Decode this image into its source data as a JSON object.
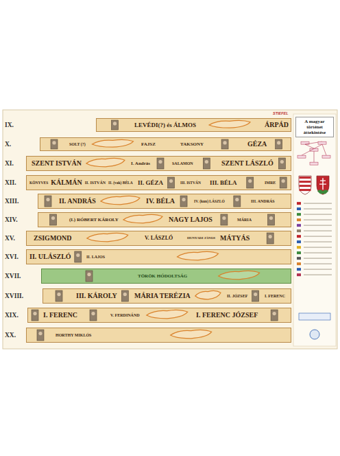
{
  "diagram": {
    "title": "A magyar történet áttekintése",
    "nodes": [
      {
        "text": [
          "IX.",
          "LEVÉDI(?) és ÁLMOS",
          "ÁRPÁD"
        ]
      },
      {
        "text": [
          "X.",
          "SOLT (?)",
          "FAJSZ",
          "TAKSONY",
          "GÉZA"
        ]
      },
      {
        "text": [
          "XI.",
          "SZENT ISTVÁN",
          "I. András",
          "SALAMON",
          "SZENT LÁSZLÓ"
        ]
      },
      {
        "text": [
          "XII.",
          "KÖNYVES",
          "KÁLMÁN",
          "II. ISTVÁN",
          "II. (vak) BÉLA",
          "II. GÉZA",
          "III. ISTVÁN",
          "III. BÉLA",
          "IMRE"
        ]
      },
      {
        "text": [
          "XIII.",
          "II. ANDRÁS",
          "IV. BÉLA",
          "IV. (kun) LÁSZLÓ",
          "III. ANDRÁS"
        ]
      },
      {
        "text": [
          "XIV.",
          "(I.) RÓBERT KÁROLY",
          "NAGY LAJOS",
          "MÁRIA"
        ]
      },
      {
        "text": [
          "XV.",
          "ZSIGMOND",
          "V. LÁSZLÓ",
          "HUNYADI JÁNOS",
          "MÁTYÁS"
        ]
      },
      {
        "text": [
          "XVI.",
          "II. ULÁSZLÓ",
          "II. LAJOS"
        ]
      },
      {
        "text": [
          "XVII.",
          "TÖRÖK HÓDOLTSÁG"
        ]
      },
      {
        "text": [
          "XVIII.",
          "III. KÁROLY",
          "MÁRIA TERÉZIA",
          "II. JÓZSEF",
          "I. FERENC"
        ]
      },
      {
        "text": [
          "XIX.",
          "I. FERENC",
          "V. FERDINÁND",
          "I. FERENC JÓZSEF"
        ]
      },
      {
        "text": [
          "XX.",
          "HORTHY MIKLÓS"
        ]
      }
    ],
    "labels": [
      "STIEFEL"
    ]
  }
}
